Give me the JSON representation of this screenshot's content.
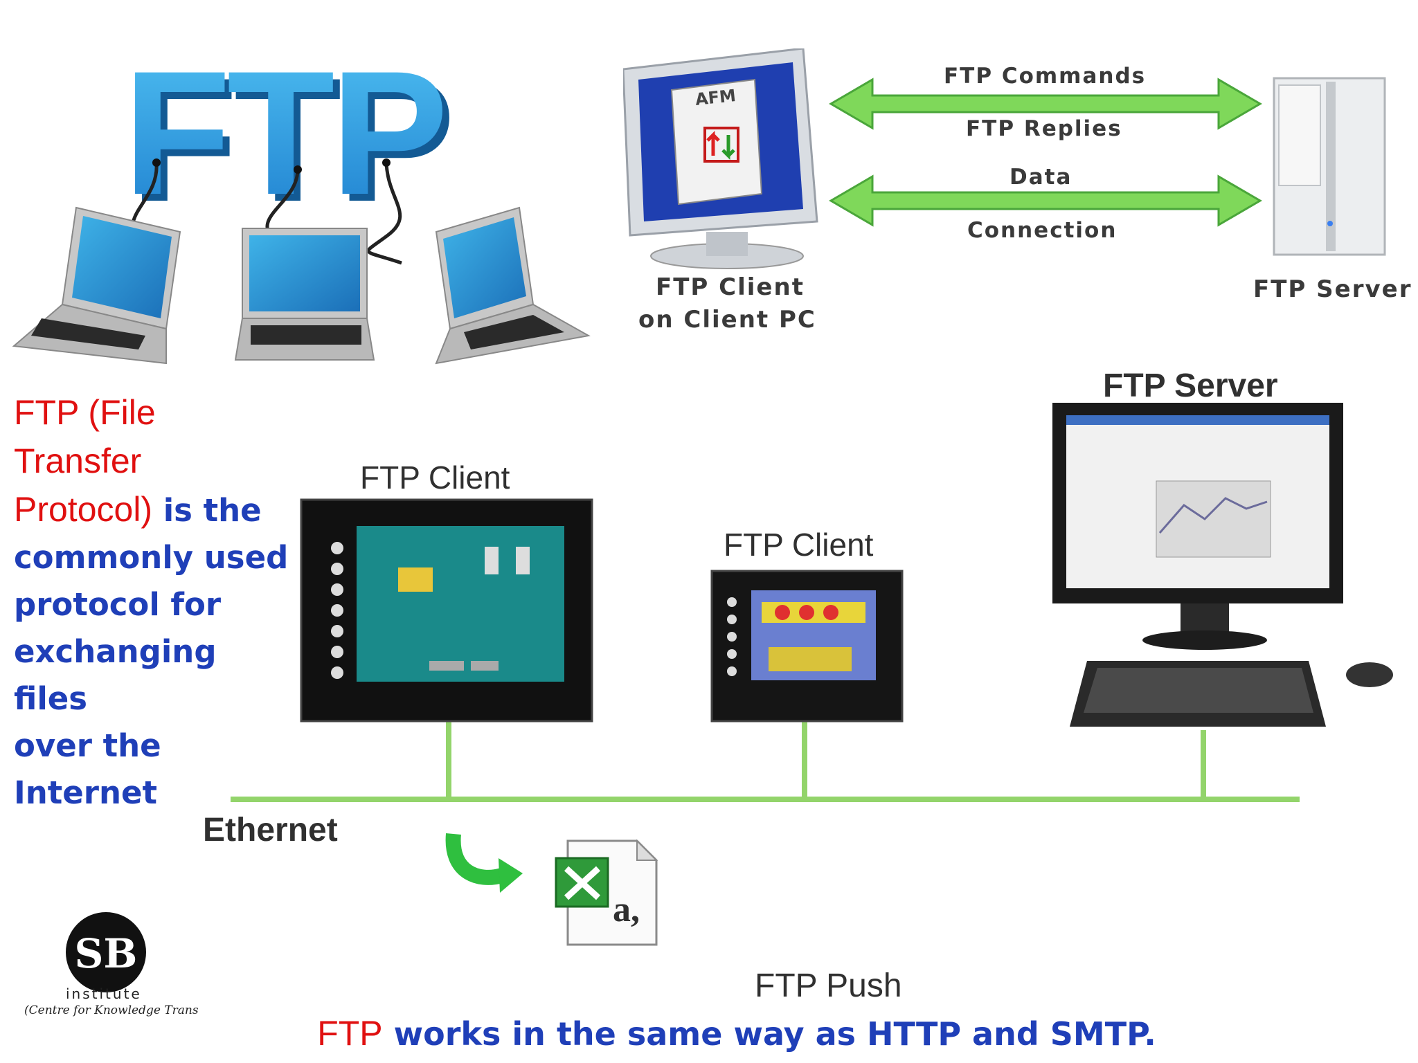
{
  "logo_text": "FTP",
  "top_diagram": {
    "arrow1_top_label": "FTP Commands",
    "arrow1_bottom_label": "FTP Replies",
    "arrow2_top_label": "Data",
    "arrow2_bottom_label": "Connection",
    "client_label_line1": "FTP Client",
    "client_label_line2": "on Client PC",
    "client_screen_text": "AFM",
    "server_label": "FTP Server"
  },
  "description": {
    "red_line1": "FTP (File",
    "red_line2": "Transfer",
    "red_line3": "Protocol)",
    "blue_after_red": " is the",
    "blue_lines": [
      "commonly used",
      "protocol for",
      "exchanging files",
      "over the",
      "Internet"
    ]
  },
  "network": {
    "server_label": "FTP Server",
    "client1_label": "FTP Client",
    "client2_label": "FTP Client",
    "ethernet_label": "Ethernet",
    "push_label": "FTP Push",
    "file_letter": "a,"
  },
  "logo": {
    "mark": "SB",
    "name": "institute",
    "tagline": "(Centre for Knowledge Trans"
  },
  "footer": {
    "red": "FTP",
    "blue": " works in the same way as HTTP and SMTP."
  },
  "colors": {
    "ftp_blue": "#2a9fe0",
    "arrow_green": "#7fd85a",
    "ethernet_green": "#93d46b",
    "text_blue": "#1f3fb8",
    "text_red": "#e01010"
  }
}
